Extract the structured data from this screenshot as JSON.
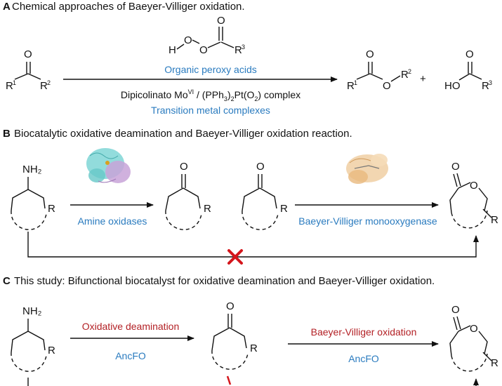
{
  "panel_a": {
    "letter": "A",
    "title": "Chemical approaches of Baeyer-Villiger oxidation.",
    "reagent_label": "Organic peroxy acids",
    "catalyst_text": "Dipicolinato Mo^VI / (PPh3)2Pt(O2) complex",
    "catalyst_label": "Transition metal complexes",
    "plus": "+",
    "atoms": {
      "o": "O",
      "r1": "R",
      "r2": "R",
      "r3": "R",
      "h": "H",
      "ho": "HO",
      "n1": "1",
      "n2": "2",
      "n3": "3"
    }
  },
  "panel_b": {
    "letter": "B",
    "title": "Biocatalytic oxidative deamination and Baeyer-Villiger oxidation reaction.",
    "enzyme1_label": "Amine oxidases",
    "enzyme2_label": "Baeyer-Villiger monooxygenase",
    "atoms": {
      "nh2": "NH₂",
      "o": "O",
      "r": "R"
    }
  },
  "panel_c": {
    "letter": "C",
    "title": "This study:  Bifunctional biocatalyst for oxidative deamination and Baeyer-Villiger oxidation.",
    "step1_label": "Oxidative deamination",
    "step2_label": "Baeyer-Villiger oxidation",
    "enzyme_label_1": "AncFO",
    "enzyme_label_2": "AncFO",
    "atoms": {
      "nh2": "NH₂",
      "o": "O",
      "r": "R"
    }
  },
  "colors": {
    "blue": "#2a7bbf",
    "red": "#b32025",
    "black": "#111111"
  },
  "icons": [
    "protein-structure-amine-oxidase",
    "protein-structure-bvmo",
    "red-cross-icon"
  ]
}
